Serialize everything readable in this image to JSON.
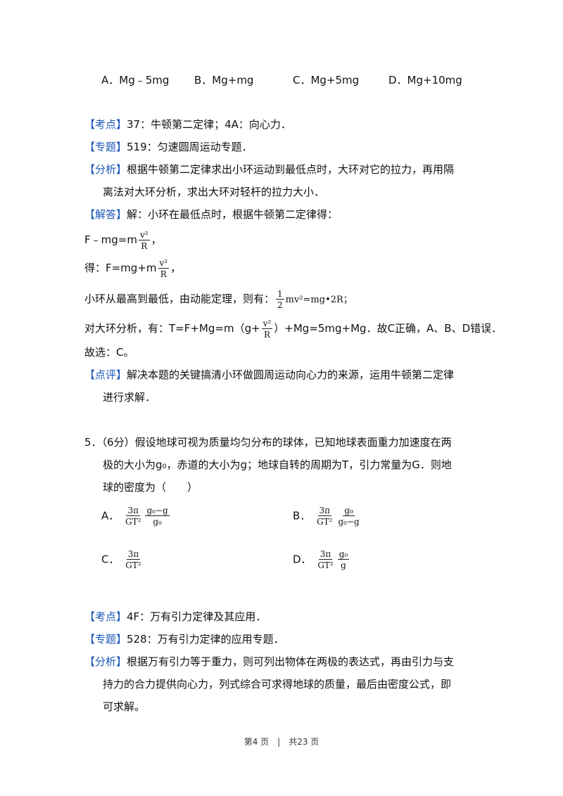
{
  "prev_options": {
    "a": "A．Mg﹣5mg",
    "b": "B．Mg+mg",
    "c": "C．Mg+5mg",
    "d": "D．Mg+10mg"
  },
  "q4": {
    "kaodian_tag": "【考点】",
    "kaodian_text": "37：牛顿第二定律；4A：向心力．",
    "zhuanti_tag": "【专题】",
    "zhuanti_text": "519：匀速圆周运动专题．",
    "fenxi_tag": "【分析】",
    "fenxi_line1": "根据牛顿第二定律求出小环运动到最低点时，大环对它的拉力，再用隔",
    "fenxi_line2": "离法对大环分析，求出大环对轻杆的拉力大小．",
    "jieda_tag": "【解答】",
    "jieda_line1": "解：小环在最低点时，根据牛顿第二定律得：",
    "eq1_prefix": "F﹣mg=m",
    "eq1_suffix": "，",
    "eq2_prefix": "得：F=mg+m",
    "eq2_suffix": "，",
    "frac_num": "v²",
    "frac_den": "R",
    "energy_text": "小环从最高到最低，由动能定理，则有：",
    "energy_frac_num": "1",
    "energy_frac_den": "2",
    "energy_expr": "mv²=mg•2R；",
    "big_ring_prefix": "对大环分析，有：T=F+Mg=m（g+",
    "big_ring_suffix": "）+Mg=5mg+Mg．故C正确，A、B、D错误．",
    "choice": "故选：C。",
    "dianping_tag": "【点评】",
    "dianping_line1": "解决本题的关键搞清小环做圆周运动向心力的来源，运用牛顿第二定律",
    "dianping_line2": "进行求解．"
  },
  "q5": {
    "stem_line1": "5．（6分）假设地球可视为质量均匀分布的球体，已知地球表面重力加速度在两",
    "stem_line2": "极的大小为g₀，赤道的大小为g；地球自转的周期为T，引力常量为G．则地",
    "stem_line3": "球的密度为（　　）",
    "opt_a_label": "A．",
    "opt_b_label": "B．",
    "opt_c_label": "C．",
    "opt_d_label": "D．",
    "pi_num": "3π",
    "pi_den": "GT²",
    "a_num": "g₀−g",
    "a_den": "g₀",
    "b_num": "g₀",
    "b_den": "g₀−g",
    "d_num": "g₀",
    "d_den": "g",
    "kaodian_tag": "【考点】",
    "kaodian_text": "4F：万有引力定律及其应用．",
    "zhuanti_tag": "【专题】",
    "zhuanti_text": "528：万有引力定律的应用专题．",
    "fenxi_tag": "【分析】",
    "fenxi_line1": "根据万有引力等于重力，则可列出物体在两极的表达式，再由引力与支",
    "fenxi_line2": "持力的合力提供向心力，列式综合可求得地球的质量，最后由密度公式，即",
    "fenxi_line3": "可求解。"
  },
  "footer": "第4 页　|　共23 页"
}
